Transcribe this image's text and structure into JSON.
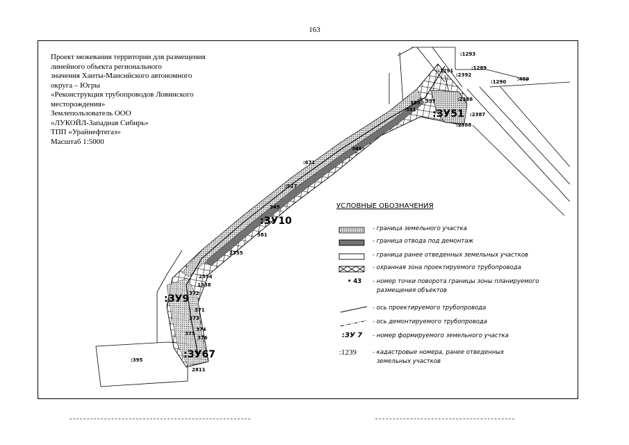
{
  "page_number": "163",
  "title_lines": [
    "Проект межевания территории для размещения",
    "линейного объекта регионального",
    "значения Ханты-Мансийского автономного",
    "округа – Югры",
    "«Реконструкция трубопроводов Ловинского",
    "месторождения»",
    "Землепользователь ООО",
    "«ЛУКОЙЛ-Западная Сибирь»",
    "ТПП «Урайнефтегаз»",
    "Масштаб 1:5000"
  ],
  "legend": {
    "title": "УСЛОВНЫЕ ОБОЗНАЧЕНИЯ",
    "items": [
      {
        "symbol": "fine-hatch",
        "text": "- граница земельного участка"
      },
      {
        "symbol": "dense-hatch",
        "text": "- граница отвода под демонтаж"
      },
      {
        "symbol": "empty-box",
        "text": "- граница ранее отведенных земельных участков"
      },
      {
        "symbol": "zone-x",
        "text": "- охранная зона проектируемого трубопровода"
      },
      {
        "symbol": "dot",
        "sample": "• 43",
        "text": "- номер точки поворота границы зоны планируемого",
        "text2": "размещения объектов"
      },
      {
        "symbol": "line",
        "text": "- ось проектируемого трубопровода"
      },
      {
        "symbol": "dash-line",
        "text": "- ось демонтируемого трубопровода"
      },
      {
        "symbol": "sample-zu",
        "sample": ":ЗУ 7",
        "text": "- номер формируемого земельного участка"
      },
      {
        "symbol": "sample-cad",
        "sample": ":1239",
        "text": "- кадастровые номера, ранее отведенных",
        "text2": "земельных участков"
      }
    ]
  },
  "map": {
    "parcel_labels": [
      ":ЗУ51",
      ":ЗУ10",
      ":ЗУ9",
      ":ЗУ67"
    ],
    "cadastral_labels": [
      ":1293",
      ":1289",
      ":1291",
      ":2392",
      ":1290",
      ":469",
      ":2386",
      ":2387",
      ":2388",
      ":395",
      ":671",
      ":527"
    ],
    "point_labels": [
      "355",
      "357",
      "351",
      "346",
      "349",
      "581",
      "2355",
      "2354",
      "1338",
      "372",
      "371",
      "373",
      "374",
      "375",
      "376",
      "2811"
    ]
  }
}
